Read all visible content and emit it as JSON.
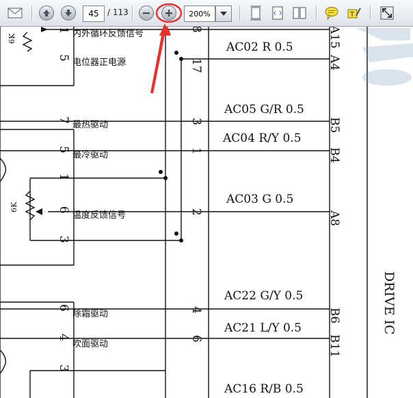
{
  "toolbar": {
    "page_number": "45",
    "page_total": "/ 113",
    "zoom_value": "200%"
  },
  "schematic": {
    "signals": [
      {
        "wire": "AC02 R 0.5",
        "label": "内外循环反馈信号",
        "pin_left": "1",
        "pin_mid": "8",
        "pin_right": "A15"
      },
      {
        "wire": "",
        "label": "电位器正电源",
        "pin_left": "5",
        "pin_mid": "17",
        "pin_right": "A4"
      },
      {
        "wire": "AC05 G/R 0.5",
        "label": "最热驱动",
        "pin_left": "7",
        "pin_mid": "3",
        "pin_right": "B5"
      },
      {
        "wire": "AC04 R/Y 0.5",
        "label": "最冷驱动",
        "pin_left": "5",
        "pin_mid": "1",
        "pin_right": "B4"
      },
      {
        "wire": "AC03 G 0.5",
        "label": "温度反馈信号",
        "pin_left": "6",
        "pin_mid": "2",
        "pin_right": "A8"
      },
      {
        "wire": "AC22 G/Y 0.5",
        "label": "除霜驱动",
        "pin_left": "6",
        "pin_mid": "4",
        "pin_right": "B6"
      },
      {
        "wire": "AC21 L/Y 0.5",
        "label": "吹面驱动",
        "pin_left": "4",
        "pin_mid": "6",
        "pin_right": "B11"
      },
      {
        "wire": "AC16 R/B 0.5",
        "label": "",
        "pin_left": "3",
        "pin_mid": "",
        "pin_right": ""
      }
    ],
    "extra_pins": {
      "pin_1": "1",
      "pin_3": "3"
    },
    "resistor_labels": {
      "r1": "6K",
      "r2": "6K"
    },
    "module_label": "DRIVE IC"
  },
  "annotation": {
    "color": "#e8322f"
  }
}
